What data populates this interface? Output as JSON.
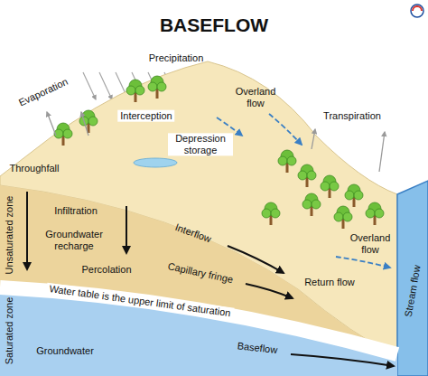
{
  "diagram": {
    "title": "BASEFLOW",
    "labels": [
      "Precipitation",
      "Evaporation",
      "Interception",
      "Overland flow",
      "Transpiration",
      "Depression storage",
      "Throughfall",
      "Infiltration",
      "Groundwater recharge",
      "Percolation",
      "Interflow",
      "Capillary fringe",
      "Unsaturated zone",
      "Overland flow",
      "Return flow",
      "Stream flow",
      "Water table is the upper limit of saturation",
      "Saturated zone",
      "Baseflow",
      "Groundwater"
    ]
  }
}
